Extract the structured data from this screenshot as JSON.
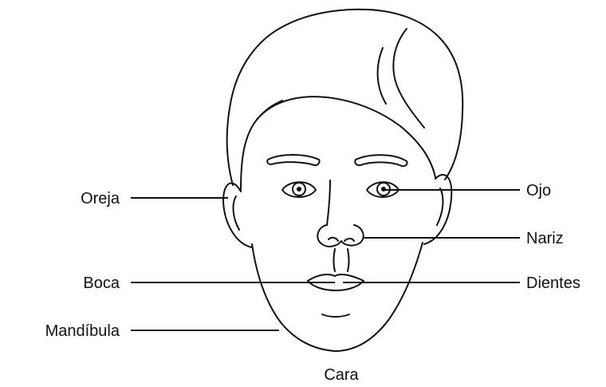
{
  "diagram": {
    "caption": "Cara",
    "labels": {
      "ear": "Oreja",
      "mouth": "Boca",
      "jaw": "Mandíbula",
      "eye": "Ojo",
      "nose": "Nariz",
      "teeth": "Dientes"
    }
  }
}
